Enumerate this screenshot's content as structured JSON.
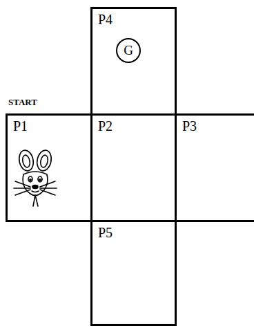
{
  "diagram": {
    "nodes": [
      {
        "text": [
          "P4"
        ]
      },
      {
        "text": [
          "G"
        ],
        "in": 0
      },
      {
        "text": [
          "P1"
        ]
      },
      {
        "text": [
          "P2"
        ]
      },
      {
        "text": [
          "P3"
        ]
      },
      {
        "text": [
          "P5"
        ]
      }
    ],
    "labels": [
      "START"
    ]
  }
}
